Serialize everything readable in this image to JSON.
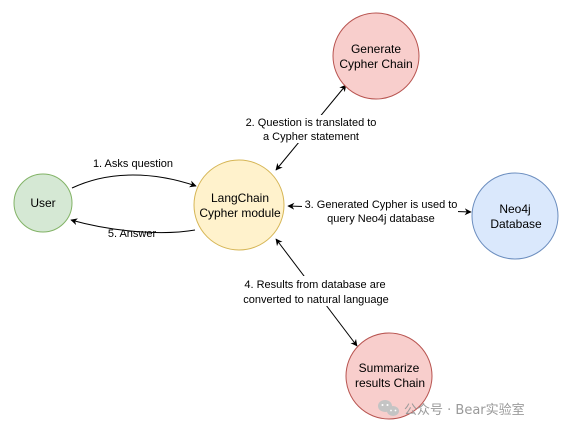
{
  "nodes": {
    "user": {
      "lines": [
        "User"
      ],
      "fill": "#d5e8d4",
      "stroke": "#82b366"
    },
    "langchain": {
      "lines": [
        "LangChain",
        "Cypher module"
      ],
      "fill": "#fff2cc",
      "stroke": "#d6b656"
    },
    "generate": {
      "lines": [
        "Generate",
        "Cypher Chain"
      ],
      "fill": "#f8cecc",
      "stroke": "#b85450"
    },
    "neo4j": {
      "lines": [
        "Neo4j",
        "Database"
      ],
      "fill": "#dae8fc",
      "stroke": "#6c8ebf"
    },
    "summarize": {
      "lines": [
        "Summarize",
        "results Chain"
      ],
      "fill": "#f8cecc",
      "stroke": "#b85450"
    }
  },
  "edges": {
    "asks": {
      "lines": [
        "1. Asks question"
      ]
    },
    "translated": {
      "lines": [
        "2. Question is translated to",
        "a Cypher statement"
      ]
    },
    "generated": {
      "lines": [
        "3. Generated Cypher is used to",
        "query Neo4j database"
      ]
    },
    "results": {
      "lines": [
        "4. Results from database are",
        "converted to natural language"
      ]
    },
    "answer": {
      "lines": [
        "5. Answer"
      ]
    }
  },
  "watermark": {
    "text": "公众号 · Bear实验室"
  }
}
